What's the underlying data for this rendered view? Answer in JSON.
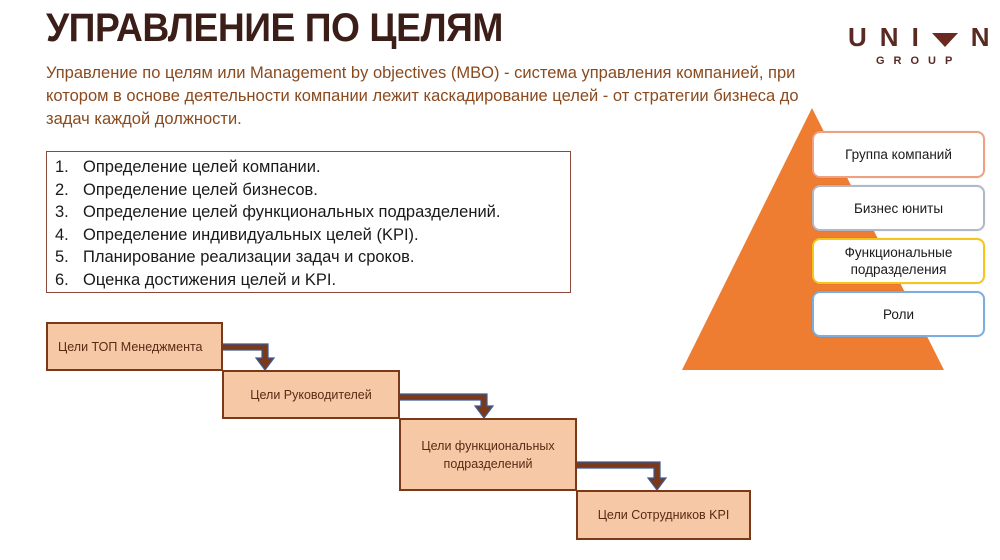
{
  "title": "УПРАВЛЕНИЕ ПО ЦЕЛЯМ",
  "logo": {
    "top": "UNION",
    "bottom": "GROUP"
  },
  "subtitle": "Управление по целям или Management by objectives (MBO) - система управления компанией, при котором в основе деятельности компании лежит каскадирование целей - от стратегии бизнеса до задач каждой должности.",
  "steps_list": [
    {
      "num": "1.",
      "text": "Определение целей компании."
    },
    {
      "num": "2.",
      "text": "Определение целей бизнесов."
    },
    {
      "num": "3.",
      "text": "Определение целей функциональных подразделений."
    },
    {
      "num": "4.",
      "text": "Определение индивидуальных целей (KPI)."
    },
    {
      "num": "5.",
      "text": "Планирование реализации задач и сроков."
    },
    {
      "num": "6.",
      "text": "Оценка достижения целей и KPI."
    }
  ],
  "cascade": [
    "Цели ТОП Менеджмента",
    "Цели Руководителей",
    "Цели функциональных подразделений",
    "Цели Сотрудников KPI"
  ],
  "pyramid": [
    {
      "label": "Группа компаний",
      "color": "#f0a080"
    },
    {
      "label": "Бизнес юниты",
      "color": "#b0b8c8"
    },
    {
      "label": "Функциональные подразделения",
      "color": "#f5c518"
    },
    {
      "label": "Роли",
      "color": "#7aaee0"
    }
  ],
  "colors": {
    "pyramid": "#ee7d31",
    "arrow_fill": "#7a3a1a",
    "arrow_outline": "#3a5a9a"
  }
}
